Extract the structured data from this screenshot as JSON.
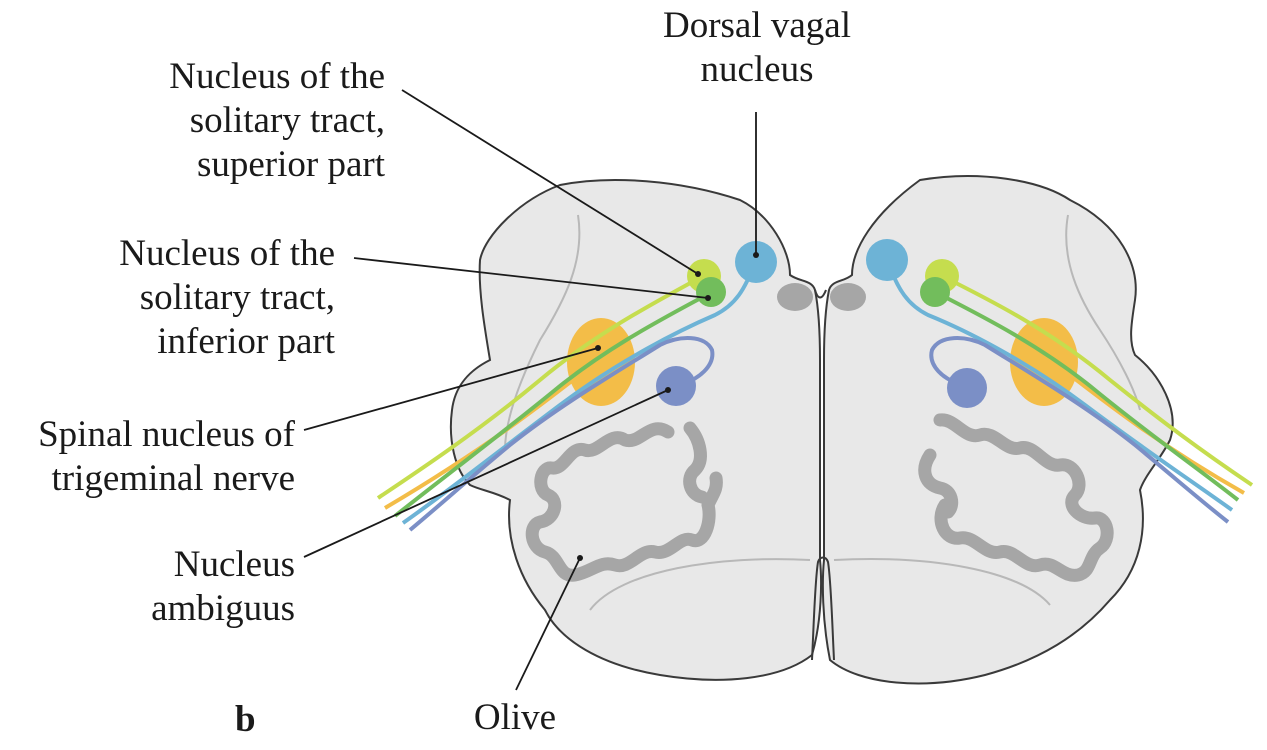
{
  "panel_letter": "b",
  "labels": {
    "dorsal_vagal": [
      "Dorsal vagal",
      "nucleus"
    ],
    "nts_superior": [
      "Nucleus of the",
      "solitary tract,",
      "superior part"
    ],
    "nts_inferior": [
      "Nucleus of the",
      "solitary tract,",
      "inferior part"
    ],
    "spinal_trigeminal": [
      "Spinal nucleus of",
      "trigeminal nerve"
    ],
    "ambiguus": [
      "Nucleus",
      "ambiguus"
    ],
    "olive": "Olive"
  },
  "colors": {
    "tissue": "#e8e8e8",
    "outline": "#3a3a3a",
    "inner_outline": "#b8b8b8",
    "olive": "#a6a6a6",
    "nts_superior": "#c5dd4e",
    "nts_inferior": "#72bd5c",
    "dorsal_vagal": "#6db3d6",
    "ambiguus": "#7b8fc6",
    "trigeminal": "#f3bd48",
    "leader": "#1a1a1a"
  }
}
